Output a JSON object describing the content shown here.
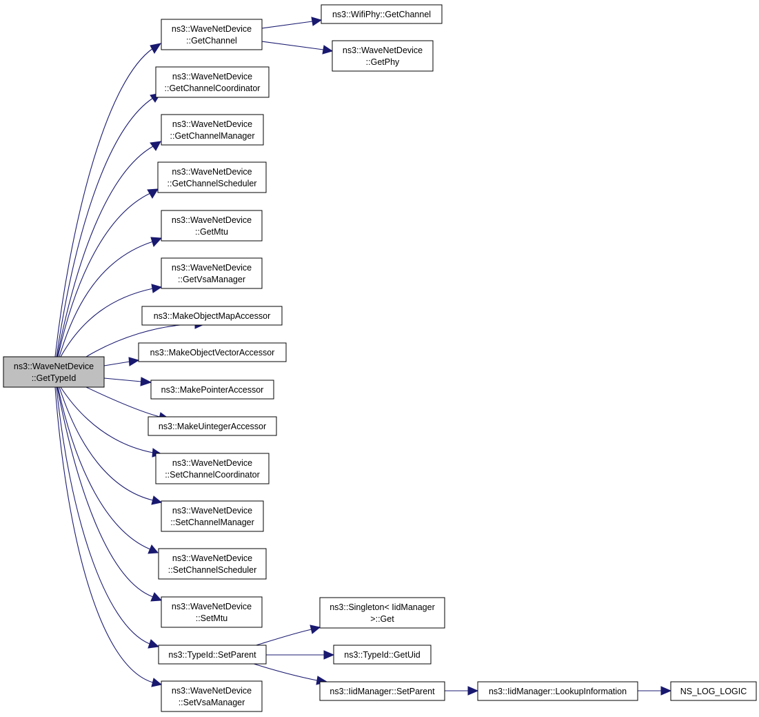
{
  "diagram": {
    "nodes": {
      "root": {
        "lines": [
          "ns3::WaveNetDevice",
          "::GetTypeId"
        ],
        "highlighted": true
      },
      "n1": {
        "lines": [
          "ns3::WaveNetDevice",
          "::GetChannel"
        ]
      },
      "n1a": {
        "lines": [
          "ns3::WifiPhy::GetChannel"
        ]
      },
      "n1b": {
        "lines": [
          "ns3::WaveNetDevice",
          "::GetPhy"
        ]
      },
      "n2": {
        "lines": [
          "ns3::WaveNetDevice",
          "::GetChannelCoordinator"
        ]
      },
      "n3": {
        "lines": [
          "ns3::WaveNetDevice",
          "::GetChannelManager"
        ]
      },
      "n4": {
        "lines": [
          "ns3::WaveNetDevice",
          "::GetChannelScheduler"
        ]
      },
      "n5": {
        "lines": [
          "ns3::WaveNetDevice",
          "::GetMtu"
        ]
      },
      "n6": {
        "lines": [
          "ns3::WaveNetDevice",
          "::GetVsaManager"
        ]
      },
      "n7": {
        "lines": [
          "ns3::MakeObjectMapAccessor"
        ]
      },
      "n8": {
        "lines": [
          "ns3::MakeObjectVectorAccessor"
        ]
      },
      "n9": {
        "lines": [
          "ns3::MakePointerAccessor"
        ]
      },
      "n10": {
        "lines": [
          "ns3::MakeUintegerAccessor"
        ]
      },
      "n11": {
        "lines": [
          "ns3::WaveNetDevice",
          "::SetChannelCoordinator"
        ]
      },
      "n12": {
        "lines": [
          "ns3::WaveNetDevice",
          "::SetChannelManager"
        ]
      },
      "n13": {
        "lines": [
          "ns3::WaveNetDevice",
          "::SetChannelScheduler"
        ]
      },
      "n14": {
        "lines": [
          "ns3::WaveNetDevice",
          "::SetMtu"
        ]
      },
      "n15": {
        "lines": [
          "ns3::TypeId::SetParent"
        ]
      },
      "n15a": {
        "lines": [
          "ns3::Singleton< IidManager",
          ">::Get"
        ]
      },
      "n15b": {
        "lines": [
          "ns3::TypeId::GetUid"
        ]
      },
      "n15c": {
        "lines": [
          "ns3::IidManager::SetParent"
        ]
      },
      "n15c1": {
        "lines": [
          "ns3::IidManager::LookupInformation"
        ]
      },
      "n15c2": {
        "lines": [
          "NS_LOG_LOGIC"
        ]
      },
      "n16": {
        "lines": [
          "ns3::WaveNetDevice",
          "::SetVsaManager"
        ]
      }
    },
    "edges": [
      [
        "root",
        "n1"
      ],
      [
        "root",
        "n2"
      ],
      [
        "root",
        "n3"
      ],
      [
        "root",
        "n4"
      ],
      [
        "root",
        "n5"
      ],
      [
        "root",
        "n6"
      ],
      [
        "root",
        "n7"
      ],
      [
        "root",
        "n8"
      ],
      [
        "root",
        "n9"
      ],
      [
        "root",
        "n10"
      ],
      [
        "root",
        "n11"
      ],
      [
        "root",
        "n12"
      ],
      [
        "root",
        "n13"
      ],
      [
        "root",
        "n14"
      ],
      [
        "root",
        "n15"
      ],
      [
        "root",
        "n16"
      ],
      [
        "n1",
        "n1a"
      ],
      [
        "n1",
        "n1b"
      ],
      [
        "n15",
        "n15a"
      ],
      [
        "n15",
        "n15b"
      ],
      [
        "n15",
        "n15c"
      ],
      [
        "n15c",
        "n15c1"
      ],
      [
        "n15c1",
        "n15c2"
      ]
    ],
    "colors": {
      "edge": "#191970",
      "root_fill": "#bfbfbf",
      "node_fill": "#ffffff",
      "node_border": "#000000"
    }
  }
}
